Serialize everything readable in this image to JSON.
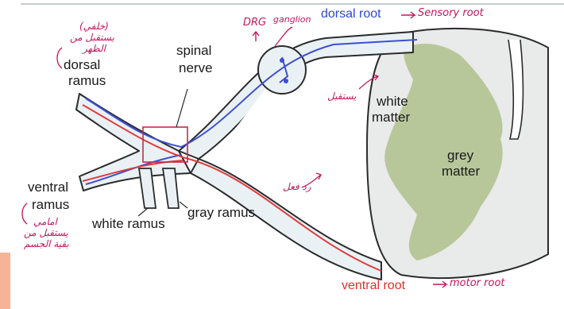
{
  "labels": {
    "dorsal_ramus_1": "dorsal",
    "dorsal_ramus_2": "ramus",
    "spinal_nerve_1": "spinal",
    "spinal_nerve_2": "nerve",
    "dorsal_root": "dorsal root",
    "white_matter_1": "white",
    "white_matter_2": "matter",
    "grey_matter_1": "grey",
    "grey_matter_2": "matter",
    "ventral_ramus_1": "ventral",
    "ventral_ramus_2": "ramus",
    "white_ramus": "white ramus",
    "gray_ramus": "gray ramus",
    "ventral_root": "ventral root"
  },
  "annotations": {
    "sensory_root": "Sensory root",
    "motor_root": "motor root",
    "drg": "DRG",
    "ganglion": "ganglion",
    "dorsal_ramus_note_1": "(خلفي)",
    "dorsal_ramus_note_2": "يستقبل من",
    "dorsal_ramus_note_3": "الظهر",
    "dorsal_root_note": "يستقبل",
    "ventral_root_note": "رد فعل",
    "ventral_ramus_note_1": "امامي",
    "ventral_ramus_note_2": "يستقبل من",
    "ventral_ramus_note_3": "بقية الجسم"
  },
  "colors": {
    "sensory_fiber": "#3d4fd6",
    "motor_fiber": "#e03b3b",
    "grey_matter": "#b8c79a",
    "white_matter": "#e9eaea",
    "nerve_fill": "#e9f1f4",
    "annotation_ink": "#c2185b",
    "highlight_box": "#c62a4e"
  }
}
